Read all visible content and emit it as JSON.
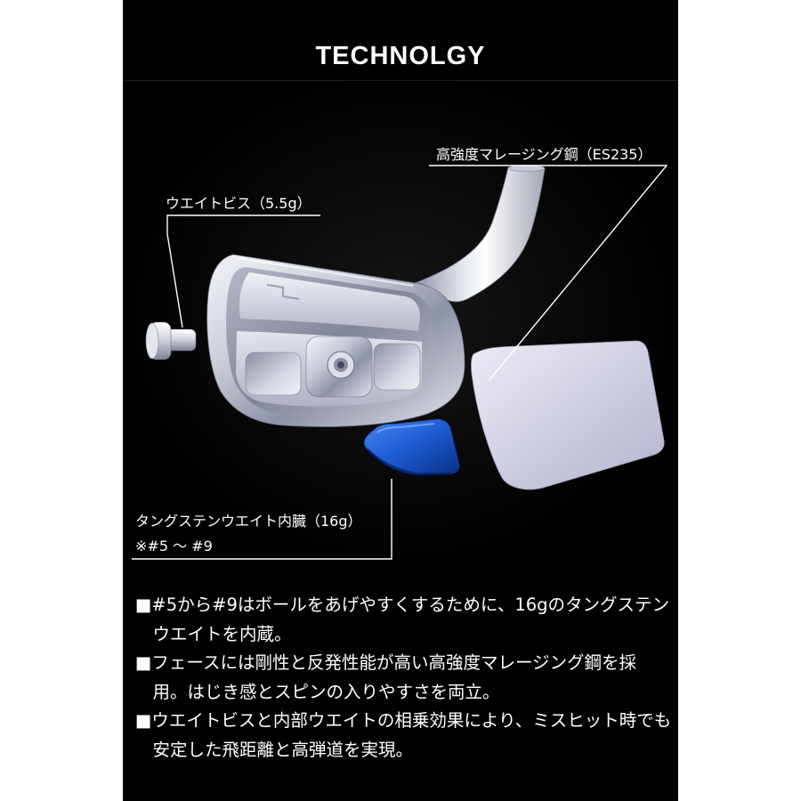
{
  "header": {
    "title": "TECHNOLGY"
  },
  "callouts": {
    "maraging_steel": "高強度マレージング鋼（ES235）",
    "weight_screw": "ウエイトビス（5.5g）",
    "tungsten_weight": "タングステンウエイト内臓（16g）",
    "tungsten_note": "※#5 〜 #9"
  },
  "description": {
    "bullets": [
      {
        "lines": [
          "■#5から#9はボールをあげやすくするために、16gのタングステン",
          "ウエイトを内蔵。"
        ]
      },
      {
        "lines": [
          "■フェースには剛性と反発性能が高い高強度マレージング鋼を採",
          "用。はじき感とスピンの入りやすさを両立。"
        ]
      },
      {
        "lines": [
          "■ウエイトビスと内部ウエイトの相乗効果により、ミスヒット時でも",
          "安定した飛距離と高弾道を実現。"
        ]
      }
    ]
  },
  "icons": {
    "club": "iron-head-exploded-view",
    "face": "face-plate",
    "weight": "tungsten-weight",
    "screw": "weight-screw"
  },
  "colors": {
    "page_background": "#ffffff",
    "panel_background": "#000000",
    "text": "#ffffff",
    "tungsten_weight": "#1f5fd6",
    "face_plate": "#d4d4e6",
    "metal": "#c9ccd8"
  }
}
